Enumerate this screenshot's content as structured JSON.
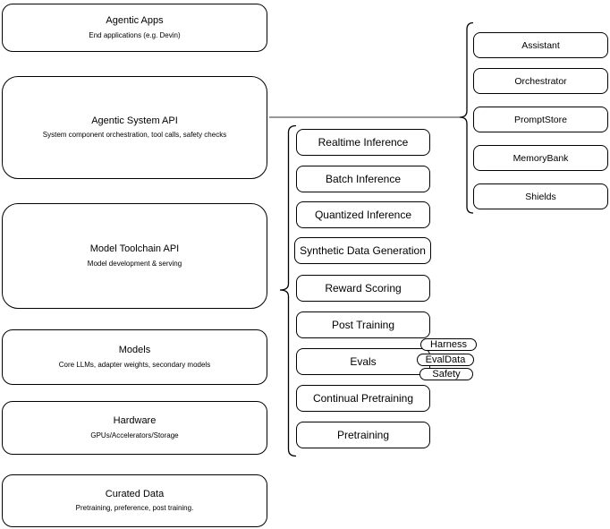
{
  "diagram": {
    "layers": [
      {
        "title": "Agentic Apps",
        "subtitle": "End applications (e.g. Devin)"
      },
      {
        "title": "Agentic System API",
        "subtitle": "System component orchestration, tool calls, safety checks"
      },
      {
        "title": "Model Toolchain API",
        "subtitle": "Model development & serving"
      },
      {
        "title": "Models",
        "subtitle": "Core LLMs, adapter weights, secondary models"
      },
      {
        "title": "Hardware",
        "subtitle": "GPUs/Accelerators/Storage"
      },
      {
        "title": "Curated Data",
        "subtitle": "Pretraining, preference, post training."
      }
    ],
    "toolchain_items": [
      {
        "label": "Realtime Inference"
      },
      {
        "label": "Batch Inference"
      },
      {
        "label": "Quantized Inference"
      },
      {
        "label": "Synthetic Data Generation"
      },
      {
        "label": "Reward Scoring"
      },
      {
        "label": "Post Training"
      },
      {
        "label": "Evals"
      },
      {
        "label": "Continual Pretraining"
      },
      {
        "label": "Pretraining"
      }
    ],
    "evals_tags": [
      {
        "label": "Harness"
      },
      {
        "label": "EvalData"
      },
      {
        "label": "Safety"
      }
    ],
    "system_components": [
      {
        "label": "Assistant"
      },
      {
        "label": "Orchestrator"
      },
      {
        "label": "PromptStore"
      },
      {
        "label": "MemoryBank"
      },
      {
        "label": "Shields"
      }
    ],
    "colors": {
      "stroke": "#000000",
      "background": "#ffffff",
      "connector": "#333333"
    }
  }
}
